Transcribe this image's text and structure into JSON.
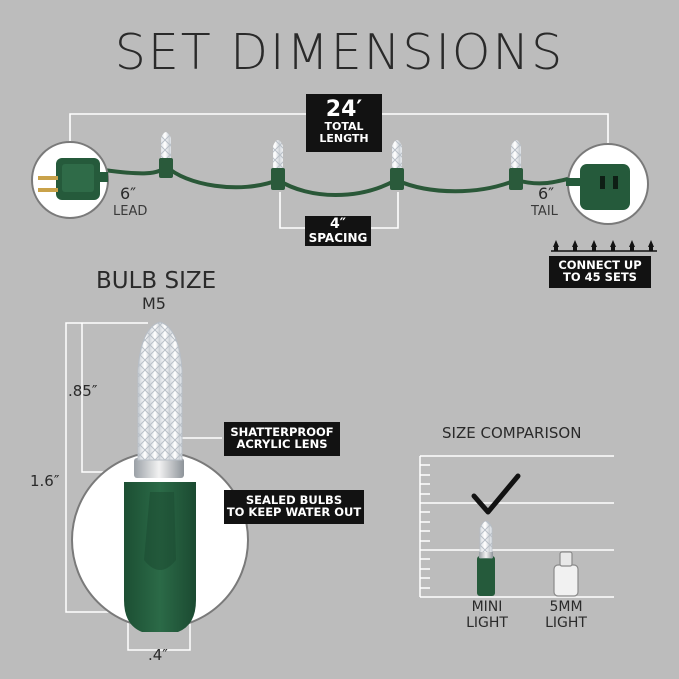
{
  "title": "SET DIMENSIONS",
  "total_length": {
    "value": "24′",
    "line1": "TOTAL",
    "line2": "LENGTH"
  },
  "spacing": {
    "value": "4″",
    "label": "SPACING"
  },
  "lead": {
    "value": "6″",
    "label": "LEAD"
  },
  "tail": {
    "value": "6″",
    "label": "TAIL"
  },
  "connect": {
    "line1": "CONNECT UP",
    "line2": "TO 45 SETS"
  },
  "bulb": {
    "heading": "BULB SIZE",
    "model": "M5",
    "height_total": "1.6″",
    "height_lens": ".85″",
    "width": ".4″",
    "callout_lens": {
      "line1": "SHATTERPROOF",
      "line2": "ACRYLIC LENS"
    },
    "callout_sealed": {
      "line1": "SEALED BULBS",
      "line2": "TO KEEP WATER OUT"
    }
  },
  "comparison": {
    "heading": "SIZE COMPARISON",
    "items": [
      {
        "line1": "MINI",
        "line2": "LIGHT"
      },
      {
        "line1": "5MM",
        "line2": "LIGHT"
      }
    ]
  },
  "colors": {
    "background": "#bcbcbc",
    "wire_green": "#2a5838",
    "socket_green": "#1f5a3a",
    "label_black": "#121212",
    "dimension_line": "#ffffff",
    "text": "#2a2a2a"
  }
}
